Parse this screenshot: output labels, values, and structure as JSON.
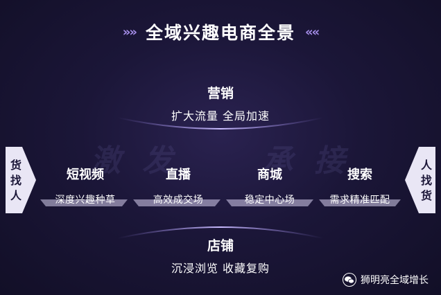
{
  "title": "全域兴趣电商全景",
  "decor": {
    "left_chevrons": "»»",
    "right_chevrons": "««"
  },
  "marketing": {
    "label": "营销",
    "sub": "扩大流量 全局加速"
  },
  "bg_words": [
    "激",
    "发",
    "承",
    "接"
  ],
  "left_side": {
    "chars": [
      "货",
      "找",
      "人"
    ]
  },
  "right_side": {
    "chars": [
      "人",
      "找",
      "货"
    ]
  },
  "channels": [
    {
      "title": "短视频",
      "sub": "深度兴趣种草"
    },
    {
      "title": "直播",
      "sub": "高效成交场"
    },
    {
      "title": "商城",
      "sub": "稳定中心场"
    },
    {
      "title": "搜索",
      "sub": "需求精准匹配"
    }
  ],
  "store": {
    "label": "店铺",
    "sub": "沉浸浏览 收藏复购"
  },
  "watermark": {
    "text": "狮明亮全域增长",
    "icon": "wechat-icon"
  },
  "colors": {
    "background": "#1b1638",
    "accent": "#a48de8",
    "arc": "#8f7ae0"
  }
}
